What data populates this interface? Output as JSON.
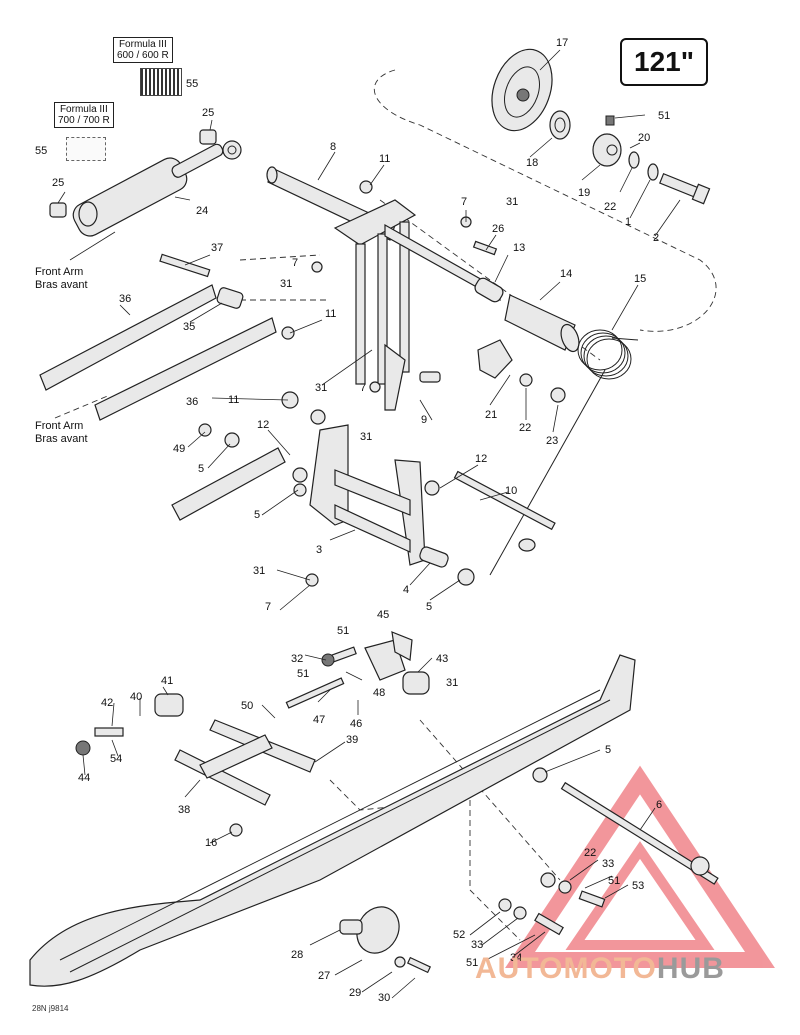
{
  "size_badge": "121\"",
  "model_boxes": [
    {
      "line1": "Formula III",
      "line2": "600 / 600 R",
      "ref": "55"
    },
    {
      "line1": "Formula III",
      "line2": "700 / 700 R",
      "ref": "55"
    }
  ],
  "notes": {
    "front_arm_top_en": "Front Arm",
    "front_arm_top_fr": "Bras avant",
    "front_arm_mid_en": "Front Arm",
    "front_arm_mid_fr": "Bras avant"
  },
  "drawing_code": "28N j9814",
  "watermark": {
    "part1": "AUTOMOTO",
    "part2": "HUB"
  },
  "colors": {
    "watermark_triangle": "#e8424a",
    "watermark_text_light": "#f2b896",
    "watermark_text_gray": "#9a9a9a"
  },
  "callouts": [
    {
      "id": "c17",
      "text": "17"
    },
    {
      "id": "c51a",
      "text": "51"
    },
    {
      "id": "c20",
      "text": "20"
    },
    {
      "id": "c18",
      "text": "18"
    },
    {
      "id": "c19",
      "text": "19"
    },
    {
      "id": "c22a",
      "text": "22"
    },
    {
      "id": "c1",
      "text": "1"
    },
    {
      "id": "c2",
      "text": "2"
    },
    {
      "id": "c8",
      "text": "8"
    },
    {
      "id": "c11a",
      "text": "11"
    },
    {
      "id": "c7a",
      "text": "7"
    },
    {
      "id": "c31a",
      "text": "31"
    },
    {
      "id": "c26",
      "text": "26"
    },
    {
      "id": "c13",
      "text": "13"
    },
    {
      "id": "c14",
      "text": "14"
    },
    {
      "id": "c15",
      "text": "15"
    },
    {
      "id": "c25a",
      "text": "25"
    },
    {
      "id": "c25b",
      "text": "25"
    },
    {
      "id": "c55b",
      "text": "55"
    },
    {
      "id": "c24",
      "text": "24"
    },
    {
      "id": "c37",
      "text": "37"
    },
    {
      "id": "c7b",
      "text": "7"
    },
    {
      "id": "c31b",
      "text": "31"
    },
    {
      "id": "c36a",
      "text": "36"
    },
    {
      "id": "c35",
      "text": "35"
    },
    {
      "id": "c11b",
      "text": "11"
    },
    {
      "id": "c31c",
      "text": "31"
    },
    {
      "id": "c7c",
      "text": "7"
    },
    {
      "id": "c21",
      "text": "21"
    },
    {
      "id": "c22b",
      "text": "22"
    },
    {
      "id": "c23",
      "text": "23"
    },
    {
      "id": "c9",
      "text": "9"
    },
    {
      "id": "c36b",
      "text": "36"
    },
    {
      "id": "c11c",
      "text": "11"
    },
    {
      "id": "c12a",
      "text": "12"
    },
    {
      "id": "c31d",
      "text": "31"
    },
    {
      "id": "c49",
      "text": "49"
    },
    {
      "id": "c5a",
      "text": "5"
    },
    {
      "id": "c12b",
      "text": "12"
    },
    {
      "id": "c10",
      "text": "10"
    },
    {
      "id": "c5b",
      "text": "5"
    },
    {
      "id": "c3",
      "text": "3"
    },
    {
      "id": "c31e",
      "text": "31"
    },
    {
      "id": "c4",
      "text": "4"
    },
    {
      "id": "c7d",
      "text": "7"
    },
    {
      "id": "c5c",
      "text": "5"
    },
    {
      "id": "c45",
      "text": "45"
    },
    {
      "id": "c51b",
      "text": "51"
    },
    {
      "id": "c32",
      "text": "32"
    },
    {
      "id": "c43",
      "text": "43"
    },
    {
      "id": "c51c",
      "text": "51"
    },
    {
      "id": "c48",
      "text": "48"
    },
    {
      "id": "c31f",
      "text": "31"
    },
    {
      "id": "c41",
      "text": "41"
    },
    {
      "id": "c42",
      "text": "42"
    },
    {
      "id": "c40",
      "text": "40"
    },
    {
      "id": "c50",
      "text": "50"
    },
    {
      "id": "c47",
      "text": "47"
    },
    {
      "id": "c46",
      "text": "46"
    },
    {
      "id": "c54",
      "text": "54"
    },
    {
      "id": "c44",
      "text": "44"
    },
    {
      "id": "c39",
      "text": "39"
    },
    {
      "id": "c38",
      "text": "38"
    },
    {
      "id": "c5d",
      "text": "5"
    },
    {
      "id": "c6",
      "text": "6"
    },
    {
      "id": "c16",
      "text": "16"
    },
    {
      "id": "c22c",
      "text": "22"
    },
    {
      "id": "c33a",
      "text": "33"
    },
    {
      "id": "c51d",
      "text": "51"
    },
    {
      "id": "c53",
      "text": "53"
    },
    {
      "id": "c52",
      "text": "52"
    },
    {
      "id": "c33b",
      "text": "33"
    },
    {
      "id": "c51e",
      "text": "51"
    },
    {
      "id": "c34",
      "text": "34"
    },
    {
      "id": "c28",
      "text": "28"
    },
    {
      "id": "c27",
      "text": "27"
    },
    {
      "id": "c29",
      "text": "29"
    },
    {
      "id": "c30",
      "text": "30"
    }
  ]
}
